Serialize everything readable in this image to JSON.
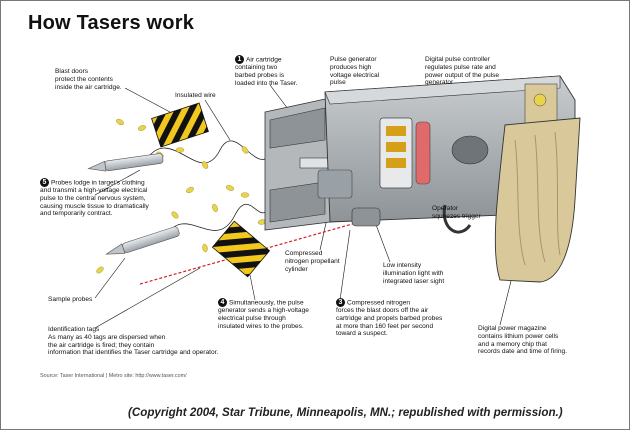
{
  "title": "How Tasers work",
  "labels": {
    "blast_doors": "Blast doors\nprotect the contents\ninside the air cartridge.",
    "insulated_wire": "Insulated wire",
    "step1_num": "1",
    "step1": "Air cartridge\ncontaining two\nbarbed probes is\nloaded into the Taser.",
    "pulse_generator": "Pulse generator\nproduces high\nvoltage electrical\npulse",
    "digital_pulse": "Digital pulse controller\nregulates pulse rate and\npower output of the pulse\ngenerator",
    "step5_num": "5",
    "step5": "Probes lodge in target's clothing\nand transmit a high-voltage electrical\npulse to the central nervous system,\ncausing muscle tissue to dramatically\nand temporarily contract.",
    "operator_trigger": "Operator\nsqueezes trigger",
    "compressed_nitrogen": "Compressed\nnitrogen propellant\ncylinder",
    "laser": "Low intensity\nillumination light with\nintegrated laser sight",
    "sample_probes": "Sample probes",
    "step4_num": "4",
    "step4": "Simultaneously, the pulse\ngenerator sends a high-voltage\nelectrical pulse through\ninsulated wires to the probes.",
    "step3_num": "3",
    "step3": "Compressed nitrogen\nforces the blast doors off the air\ncartridge and propels barbed probes\nat more than 160 feet per second\ntoward a suspect.",
    "digital_power": "Digital power magazine\ncontains lithium power cells\nand a memory chip that\nrecords date and time of firing.",
    "id_tags": "Identification tags\nAs many as 40 tags are dispersed when\nthe air cartridge is fired; they contain\ninformation that identifies the Taser cartridge and operator.",
    "source": "Source: Taser International | Metro site: http://www.taser.com/",
    "copyright": "(Copyright 2004, Star Tribune, Minneapolis, MN.; republished with permission.)"
  },
  "colors": {
    "body_gray": "#a9adb0",
    "body_dark": "#6e7478",
    "grip_tan": "#d9c89a",
    "laser_red": "#d42020",
    "tag_yellow": "#e8d44a",
    "warning_yellow": "#f2c81e"
  }
}
